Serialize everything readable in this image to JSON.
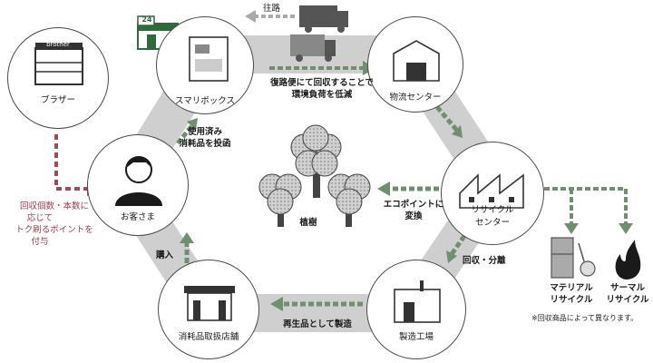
{
  "colors": {
    "ring": "#c8c8c8",
    "green_arrow": "#6f8f6f",
    "red_arrow": "#a14a5a",
    "tree_fill": "#c9c9c9",
    "outline": "#4a4a4a"
  },
  "icons": {
    "brother": "store-building-icon",
    "smaribox": "collection-box-icon",
    "logistics": "warehouse-icon",
    "recycle": "factory-icon",
    "factory": "factory-icon",
    "store": "storefront-icon",
    "customer": "person-icon",
    "trees": "tree-icon",
    "convenience": "convenience-store-icon",
    "truck": "truck-icon",
    "material": "appliance-icon",
    "thermal": "flame-icon"
  },
  "store_sign": "24",
  "brother_sign": "brother",
  "nodes": {
    "brother": "ブラザー",
    "smaribox": "スマリボックス",
    "logistics": "物流センター",
    "recycle_line1": "リサイクル",
    "recycle_line2": "センター",
    "factory": "製造工場",
    "store": "消耗品取扱店舗",
    "customer": "お客さま",
    "trees": "植樹"
  },
  "edges": {
    "outbound": "往路",
    "return_line1": "復路便にて回収することで",
    "return_line2": "環境負荷を低減",
    "deposit_line1": "使用済み",
    "deposit_line2": "消耗品を投函",
    "eco_line1": "エコポイントに",
    "eco_line2": "変換",
    "collect_sort": "回収・分離",
    "remanufacture": "再生品として製造",
    "purchase": "購入",
    "points_line1": "回収個数・本数に",
    "points_line2": "応じて",
    "points_line3": "トク刷るポイントを",
    "points_line4": "付与"
  },
  "outputs": {
    "material_line1": "マテリアル",
    "material_line2": "リサイクル",
    "thermal_line1": "サーマル",
    "thermal_line2": "リサイクル",
    "note": "※回収商品によって異なります。"
  }
}
